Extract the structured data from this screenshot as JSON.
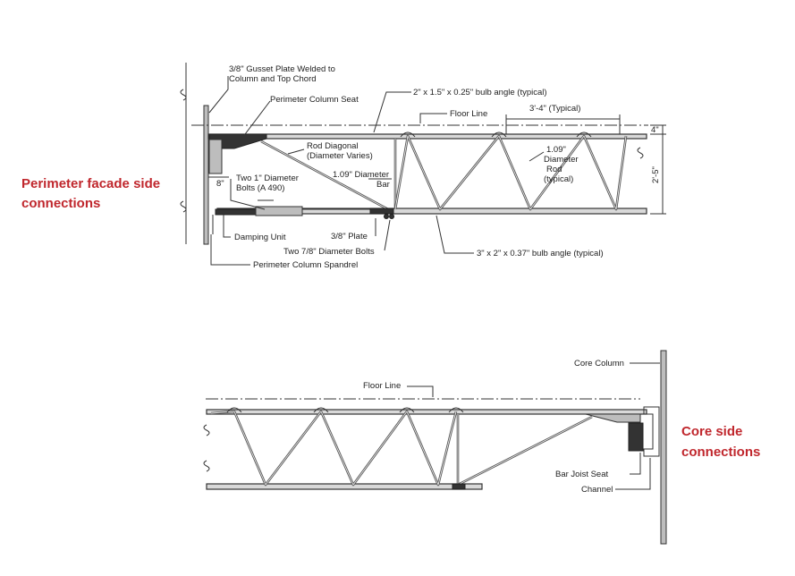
{
  "top_detail": {
    "labels": {
      "gusset_plate_1": "3/8\" Gusset Plate Welded to",
      "gusset_plate_2": "Column and Top Chord",
      "perimeter_column_seat": "Perimeter Column Seat",
      "top_bulb_angle": "2\" x 1.5\" x 0.25\" bulb angle (typical)",
      "floor_line": "Floor Line",
      "spacing": "3'-4\" (Typical)",
      "top_offset": "4\"",
      "depth": "2'-5\"",
      "rod_diagonal_1": "Rod Diagonal",
      "rod_diagonal_2": "(Diameter Varies)",
      "diameter_bar_1": "1.09\" Diameter",
      "diameter_bar_2": "Bar",
      "diameter_rod_1": "1.09\"",
      "diameter_rod_2": "Diameter",
      "diameter_rod_3": "Rod",
      "diameter_rod_4": "(typical)",
      "seat_dim": "8\"",
      "bolts_1": "Two 1\" Diameter",
      "bolts_2": "Bolts (A 490)",
      "damping_unit": "Damping Unit",
      "plate": "3/8\" Plate",
      "bolts_78": "Two 7/8\" Diameter Bolts",
      "spandrel": "Perimeter Column Spandrel",
      "bottom_bulb_angle": "3\" x 2\" x 0.37\" bulb angle (typical)"
    },
    "caption_1": "Perimeter facade side",
    "caption_2": "connections"
  },
  "bottom_detail": {
    "labels": {
      "core_column": "Core Column",
      "floor_line": "Floor Line",
      "bar_joist_seat": "Bar Joist Seat",
      "channel": "Channel"
    },
    "caption_1": "Core side",
    "caption_2": "connections"
  },
  "colors": {
    "caption": "#c0272d",
    "line": "#333333",
    "chord_fill": "#d9d9d9"
  }
}
